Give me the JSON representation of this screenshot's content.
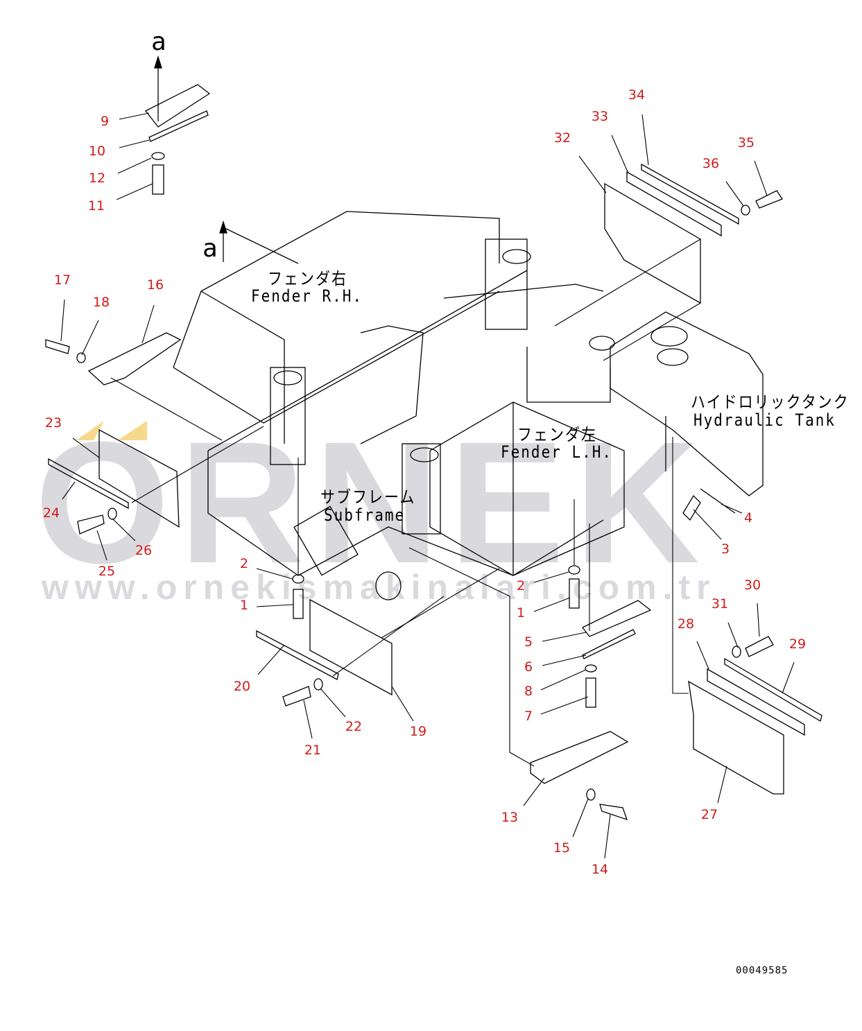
{
  "watermark": {
    "brand": "ORNEK",
    "url": "www.ornekismakinalari.com.tr",
    "accent_color": "#f0c040"
  },
  "view_marker": {
    "top": "a",
    "side": "a"
  },
  "labels": {
    "fender_rh_jp": "フェンダ右",
    "fender_rh_en": "Fender R.H.",
    "fender_lh_jp": "フェンダ左",
    "fender_lh_en": "Fender L.H.",
    "subframe_jp": "サブフレーム",
    "subframe_en": "Subframe",
    "tank_jp": "ハイドロリックタンク",
    "tank_en": "Hydraulic Tank"
  },
  "drawing_number": "00049585",
  "callout_color": "#d21a1a",
  "callouts": [
    "9",
    "10",
    "12",
    "11",
    "34",
    "33",
    "32",
    "35",
    "36",
    "17",
    "18",
    "16",
    "23",
    "24",
    "26",
    "25",
    "2",
    "1",
    "20",
    "22",
    "21",
    "19",
    "2",
    "1",
    "5",
    "6",
    "8",
    "7",
    "13",
    "15",
    "14",
    "4",
    "3",
    "30",
    "31",
    "28",
    "29",
    "27"
  ]
}
